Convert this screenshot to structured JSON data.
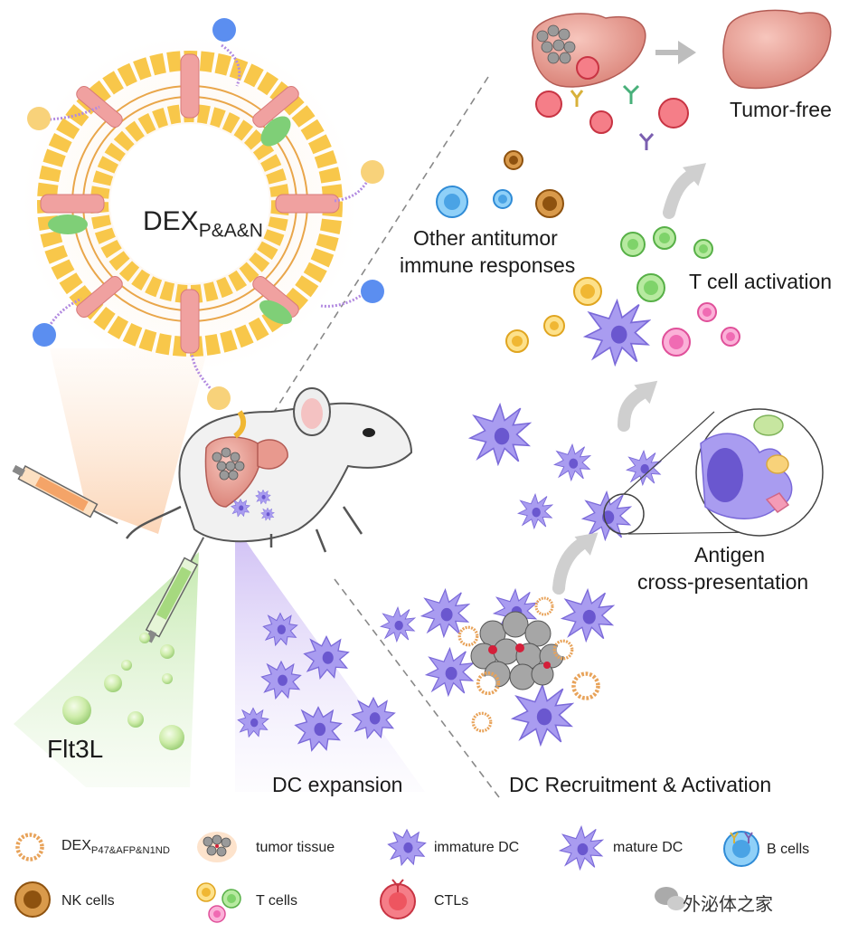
{
  "labels": {
    "dex": "DEX",
    "dex_sub": "P&A&N",
    "flt3l": "Flt3L",
    "tumor_free": "Tumor-free",
    "other_line1": "Other antitumor",
    "other_line2": "immune responses",
    "t_activation": "T cell activation",
    "antigen_line1": "Antigen",
    "antigen_line2": "cross-presentation",
    "dc_expansion": "DC expansion",
    "dc_recruit": "DC Recruitment & Activation"
  },
  "legend": {
    "dex": "DEX",
    "dex_sub": "P47&AFP&N1ND",
    "tumor": "tumor tissue",
    "immature": "immature DC",
    "mature": "mature DC",
    "bcells": "B cells",
    "nk": "NK cells",
    "tcells": "T cells",
    "ctls": "CTLs"
  },
  "watermark": "外泌体之家",
  "colors": {
    "lipid_head": "#f7c34a",
    "membrane_protein": "#f0a1a0",
    "dc_purple": "#9d8ee8",
    "ctl_red": "#ee5560",
    "b_cell_blue": "#5bb4ee",
    "nk_brown": "#b8741f",
    "t_green": "#7fd36a",
    "t_yellow": "#f0b733",
    "t_pink": "#f06bb3",
    "liver": "#e8998e",
    "arrow_gray": "#c8c8c8"
  }
}
